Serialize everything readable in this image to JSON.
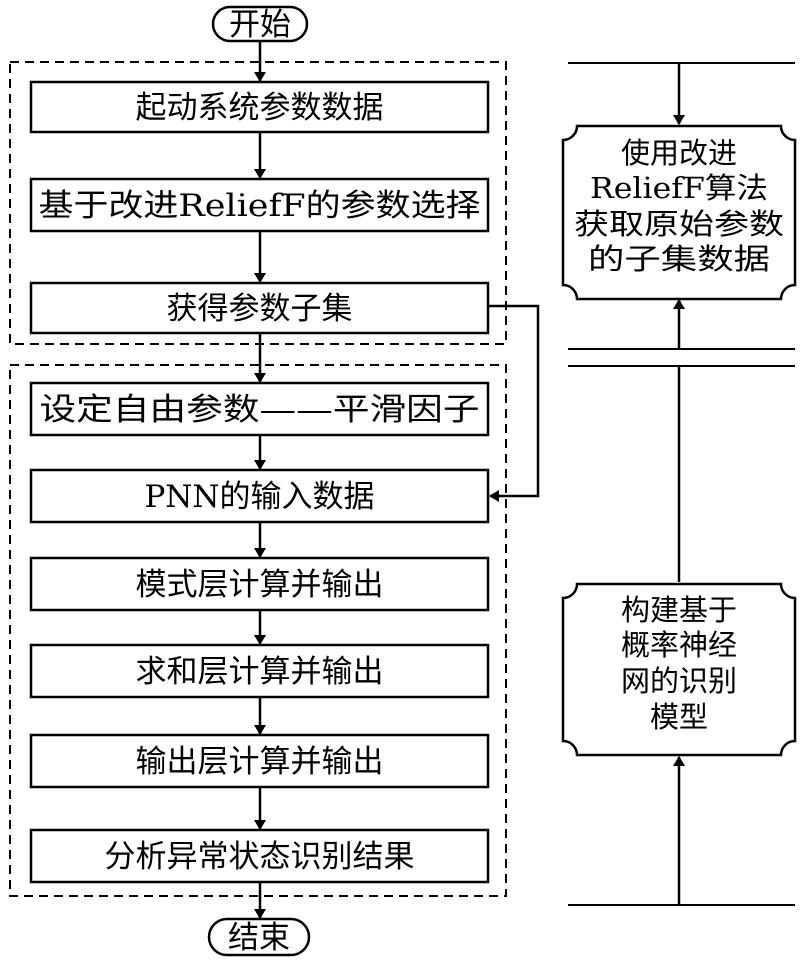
{
  "start": "开始",
  "end": "结束",
  "steps": [
    "起动系统参数数据",
    "基于改进ReliefF的参数选择",
    "获得参数子集",
    "设定自由参数——平滑因子",
    "PNN的输入数据",
    "模式层计算并输出",
    "求和层计算并输出",
    "输出层计算并输出",
    "分析异常状态识别结果"
  ],
  "side_top": [
    "使用改进",
    "ReliefF算法",
    "获取原始参数",
    "的子集数据"
  ],
  "side_bottom": [
    "构建基于",
    "概率神经",
    "网的识别",
    "模型"
  ]
}
